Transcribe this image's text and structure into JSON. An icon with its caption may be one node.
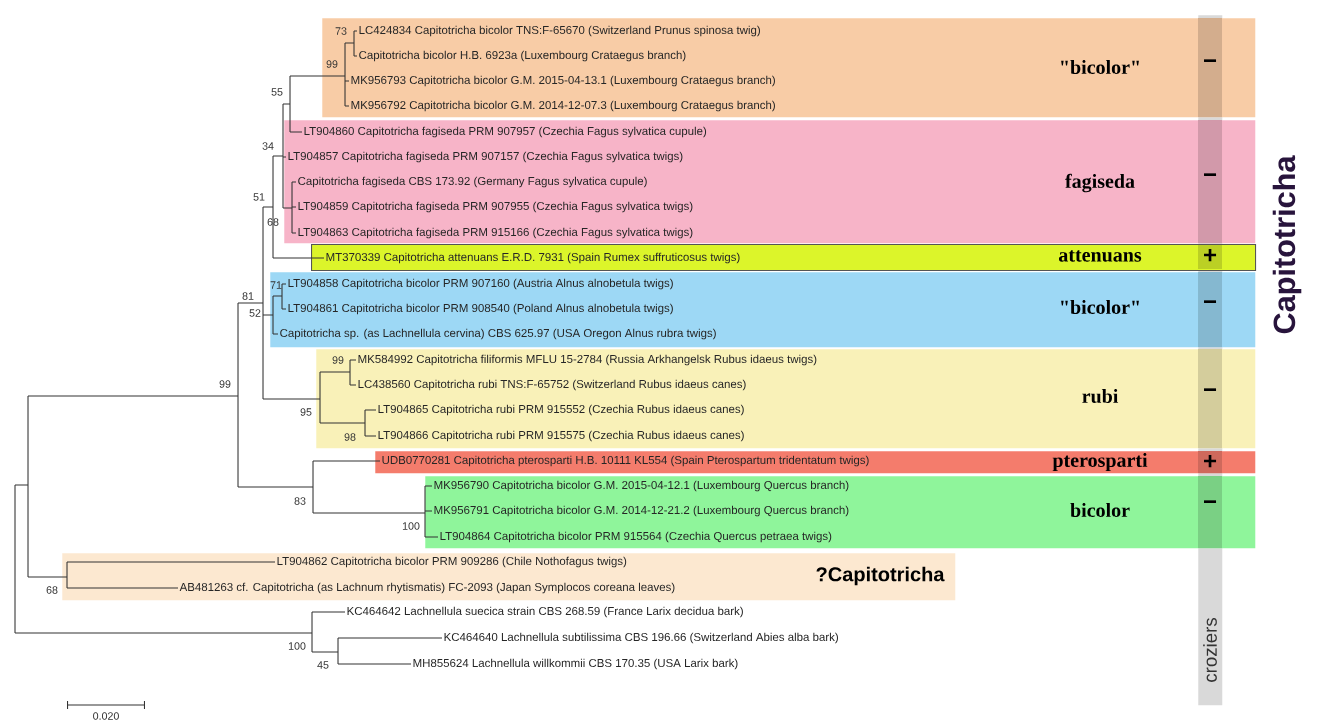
{
  "diagram": {
    "nodes": [
      {
        "text": [
          "\"bicolor\""
        ]
      },
      {
        "text": [
          "LC424834 Capitotricha bicolor TNS:F-65670 (Switzerland Prunus spinosa twig)"
        ],
        "in": 0
      },
      {
        "text": [
          "Capitotricha bicolor H.B. 6923a (Luxembourg Crataegus branch)"
        ],
        "in": 0
      },
      {
        "text": [
          "MK956793 Capitotricha bicolor G.M. 2015-04-13.1 (Luxembourg Crataegus branch)"
        ],
        "in": 0
      },
      {
        "text": [
          "MK956792 Capitotricha bicolor G.M. 2014-12-07.3 (Luxembourg Crataegus branch)"
        ],
        "in": 0
      },
      {
        "text": [
          "fagiseda"
        ]
      },
      {
        "text": [
          "LT904860 Capitotricha fagiseda PRM 907957 (Czechia Fagus sylvatica cupule)"
        ],
        "in": 5
      },
      {
        "text": [
          "LT904857 Capitotricha fagiseda PRM 907157 (Czechia Fagus sylvatica twigs)"
        ],
        "in": 5
      },
      {
        "text": [
          "Capitotricha fagiseda CBS 173.92 (Germany Fagus sylvatica cupule)"
        ],
        "in": 5
      },
      {
        "text": [
          "LT904859 Capitotricha fagiseda PRM 907955 (Czechia Fagus sylvatica twigs)"
        ],
        "in": 5
      },
      {
        "text": [
          "LT904863 Capitotricha fagiseda PRM 915166 (Czechia Fagus sylvatica twigs)"
        ],
        "in": 5
      },
      {
        "text": [
          "attenuans"
        ]
      },
      {
        "text": [
          "MT370339 Capitotricha attenuans E.R.D. 7931 (Spain Rumex suffruticosus twigs)"
        ],
        "in": 11
      },
      {
        "text": [
          "\"bicolor\""
        ]
      },
      {
        "text": [
          "LT904858 Capitotricha bicolor PRM 907160 (Austria Alnus alnobetula twigs)"
        ],
        "in": 13
      },
      {
        "text": [
          "LT904861 Capitotricha bicolor PRM 908540 (Poland Alnus alnobetula twigs)"
        ],
        "in": 13
      },
      {
        "text": [
          "Capitotricha sp. (as Lachnellula cervina) CBS 625.97 (USA Oregon Alnus rubra twigs)"
        ],
        "in": 13
      },
      {
        "text": [
          "rubi"
        ]
      },
      {
        "text": [
          "MK584992 Capitotricha filiformis MFLU 15-2784 (Russia Arkhangelsk Rubus idaeus twigs)"
        ],
        "in": 17
      },
      {
        "text": [
          "LC438560 Capitotricha rubi TNS:F-65752 (Switzerland Rubus idaeus canes)"
        ],
        "in": 17
      },
      {
        "text": [
          "LT904865 Capitotricha rubi PRM 915552 (Czechia Rubus idaeus canes)"
        ],
        "in": 17
      },
      {
        "text": [
          "LT904866 Capitotricha rubi PRM 915575 (Czechia Rubus idaeus canes)"
        ],
        "in": 17
      },
      {
        "text": [
          "pterosparti"
        ]
      },
      {
        "text": [
          "UDB0770281 Capitotricha pterosparti H.B. 10111 KL554 (Spain Pterospartum tridentatum twigs)"
        ],
        "in": 22
      },
      {
        "text": [
          "bicolor"
        ]
      },
      {
        "text": [
          "MK956790 Capitotricha bicolor G.M. 2015-04-12.1 (Luxembourg Quercus branch)"
        ],
        "in": 24
      },
      {
        "text": [
          "MK956791 Capitotricha bicolor G.M. 2014-12-21.2 (Luxembourg Quercus branch)"
        ],
        "in": 24
      },
      {
        "text": [
          "LT904864 Capitotricha bicolor PRM 915564 (Czechia Quercus petraea twigs)"
        ],
        "in": 24
      },
      {
        "text": [
          "?Capitotricha"
        ]
      },
      {
        "text": [
          "LT904862 Capitotricha bicolor PRM 909286 (Chile Nothofagus twigs)"
        ],
        "in": 28
      },
      {
        "text": [
          "AB481263 cf. Capitotricha (as Lachnum rhytismatis) FC-2093 (Japan Symplocos coreana leaves)"
        ],
        "in": 28
      },
      {
        "text": [
          "KC464642 Lachnellula suecica strain CBS 268.59 (France Larix decidua bark)"
        ]
      },
      {
        "text": [
          "KC464640 Lachnellula subtilissima CBS 196.66 (Switzerland Abies alba bark)"
        ]
      },
      {
        "text": [
          "MH855624 Lachnellula willkommii CBS 170.35 (USA Larix bark)"
        ]
      },
      {
        "text": [
          "croziers"
        ]
      }
    ],
    "labels": [
      "73",
      "99",
      "55",
      "34",
      "51",
      "68",
      "71",
      "81",
      "52",
      "99",
      "99",
      "95",
      "98",
      "83",
      "100",
      "68",
      "100",
      "45",
      "Capitotricha",
      "0.020",
      "−",
      "−",
      "+",
      "−",
      "−",
      "+",
      "−"
    ]
  }
}
